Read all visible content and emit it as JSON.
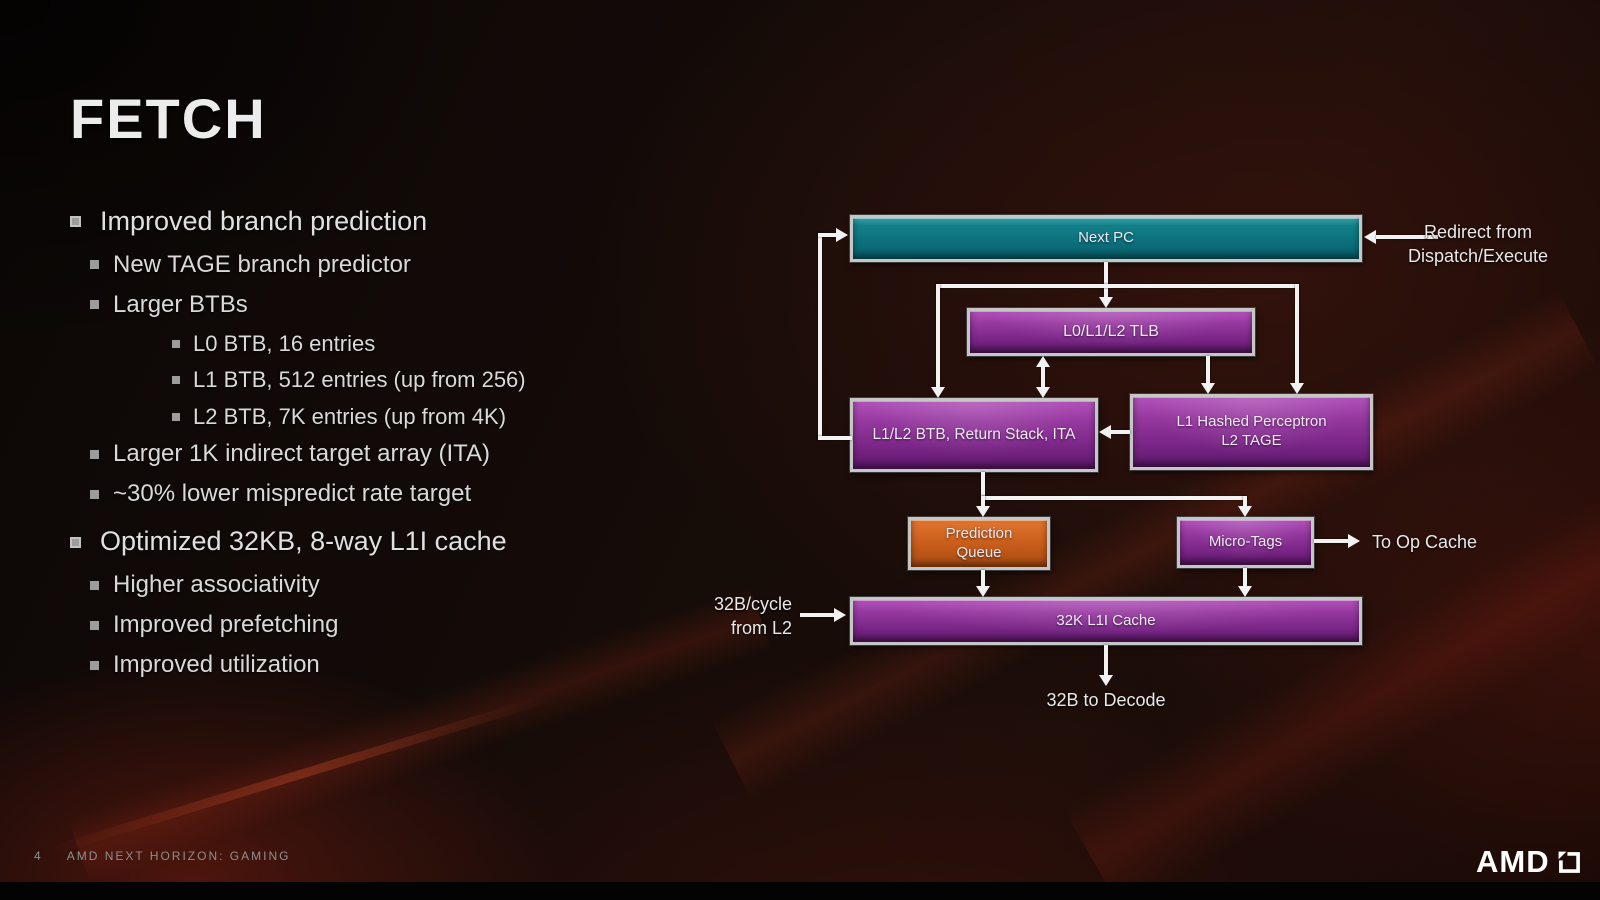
{
  "slide": {
    "title": "FETCH",
    "footer": {
      "page_number": "4",
      "label": "AMD NEXT HORIZON: GAMING"
    },
    "logo_text": "AMD"
  },
  "bullets": [
    {
      "level": 1,
      "text": "Improved branch prediction"
    },
    {
      "level": 2,
      "text": "New TAGE branch predictor"
    },
    {
      "level": 2,
      "text": "Larger BTBs"
    },
    {
      "level": 3,
      "text": "L0 BTB, 16 entries"
    },
    {
      "level": 3,
      "text": "L1 BTB, 512 entries (up from 256)"
    },
    {
      "level": 3,
      "text": "L2 BTB, 7K entries (up from 4K)"
    },
    {
      "level": 2,
      "text": "Larger 1K indirect target array (ITA)"
    },
    {
      "level": 2,
      "text": "~30% lower mispredict rate target"
    },
    {
      "level": 1,
      "text": "Optimized 32KB, 8-way L1I cache"
    },
    {
      "level": 2,
      "text": "Higher associativity"
    },
    {
      "level": 2,
      "text": "Improved prefetching"
    },
    {
      "level": 2,
      "text": "Improved utilization"
    }
  ],
  "diagram": {
    "boxes": {
      "next_pc": {
        "label": "Next PC",
        "color": "#0e7e89"
      },
      "tlb": {
        "label": "L0/L1/L2 TLB",
        "color": "#8c2f99"
      },
      "btb": {
        "label": "L1/L2 BTB, Return Stack, ITA",
        "color": "#8c2f99"
      },
      "perceptron": {
        "line1": "L1 Hashed Perceptron",
        "line2": "L2 TAGE",
        "color": "#8c2f99"
      },
      "prediction_queue": {
        "line1": "Prediction",
        "line2": "Queue",
        "color": "#c55d1d"
      },
      "micro_tags": {
        "label": "Micro-Tags",
        "color": "#8c2f99"
      },
      "l1i_cache": {
        "label": "32K L1I Cache",
        "color": "#8c2f99"
      }
    },
    "labels": {
      "redirect_line1": "Redirect from",
      "redirect_line2": "Dispatch/Execute",
      "to_op_cache": "To Op Cache",
      "from_l2_line1": "32B/cycle",
      "from_l2_line2": "from L2",
      "to_decode": "32B to Decode"
    },
    "colors": {
      "connector": "#f2f2f2",
      "box_border": "#c6c6c6"
    }
  }
}
